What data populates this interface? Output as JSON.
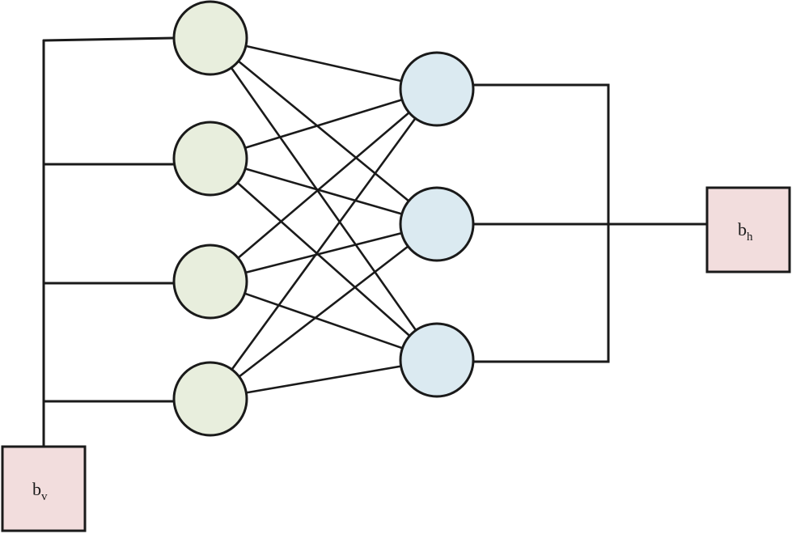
{
  "network": {
    "visible_nodes": 4,
    "hidden_nodes": 3,
    "fully_connected": true
  },
  "bias_visible": {
    "base": "b",
    "subscript": "v"
  },
  "bias_hidden": {
    "base": "b",
    "subscript": "h"
  },
  "colors": {
    "visible_node_fill": "#e8eedd",
    "hidden_node_fill": "#dbeaf1",
    "bias_fill": "#f2dddd",
    "line": "#1a1a1a"
  }
}
